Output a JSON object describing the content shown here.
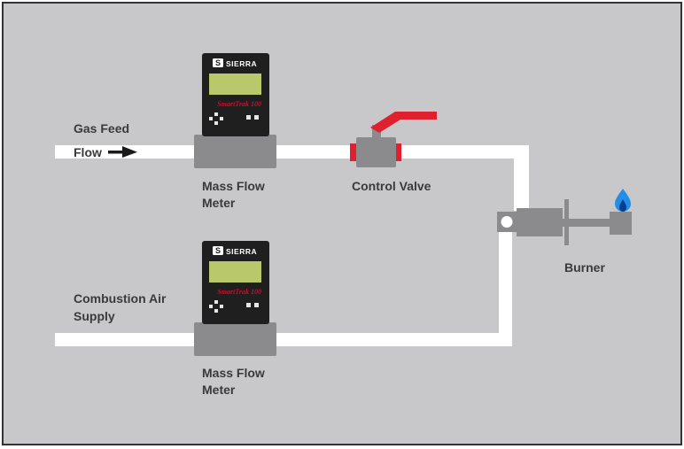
{
  "labels": {
    "gas_feed": "Gas Feed",
    "flow": "Flow",
    "meter_top_line1": "Mass Flow",
    "meter_top_line2": "Meter",
    "control_valve": "Control Valve",
    "burner": "Burner",
    "combustion_line1": "Combustion Air",
    "combustion_line2": "Supply",
    "meter_bottom_line1": "Mass Flow",
    "meter_bottom_line2": "Meter"
  },
  "meter": {
    "brand": "SIERRA",
    "model": "SmartTrak 100"
  },
  "colors": {
    "background": "#c8c8ca",
    "border": "#333333",
    "pipe": "#ffffff",
    "device_body": "#8b8b8d",
    "meter_housing": "#1f1f1f",
    "lcd": "#b8c86a",
    "valve_handle": "#e0202e",
    "flame": "#1f8fe8",
    "label_text": "#3a3a3a"
  },
  "icons": [
    "sierra-logo-icon",
    "flow-arrow-icon",
    "flame-icon",
    "keypad-icon"
  ]
}
